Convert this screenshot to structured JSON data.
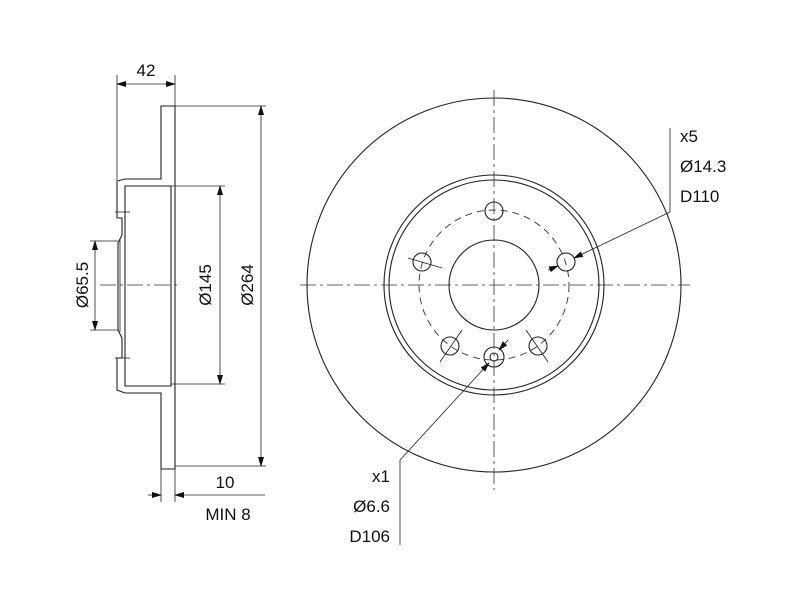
{
  "side_view": {
    "width_label": "42",
    "hub_bore_label": "Ø65.5",
    "hat_diameter_label": "Ø145",
    "outer_diameter_label": "Ø264",
    "thickness_label": "10",
    "min_thickness_label": "MIN 8"
  },
  "front_view": {
    "bolt_holes": {
      "count_label": "x5",
      "diameter_label": "Ø14.3",
      "pcd_label": "D110"
    },
    "locator_hole": {
      "count_label": "x1",
      "diameter_label": "Ø6.6",
      "pcd_label": "D106"
    }
  }
}
